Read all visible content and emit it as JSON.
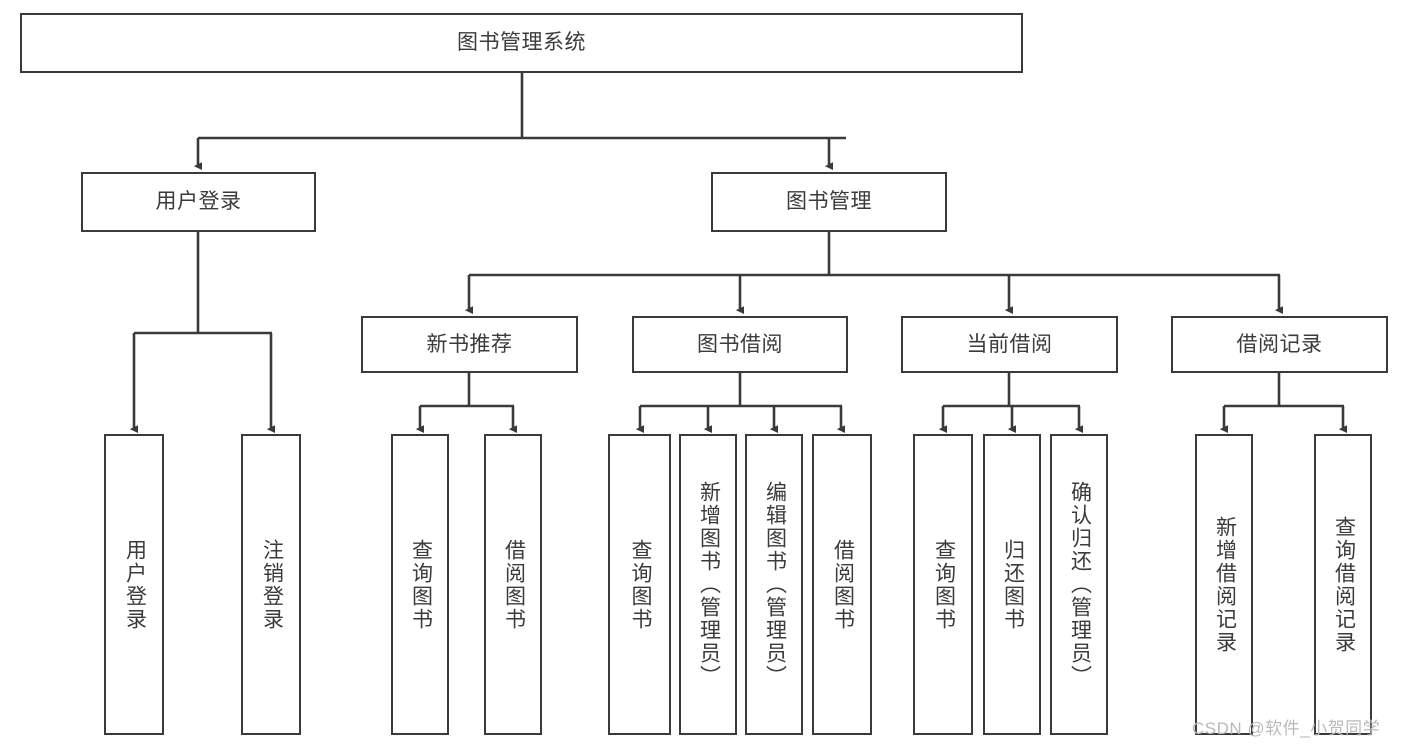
{
  "diagram": {
    "title": "图书管理系统",
    "type": "tree-hierarchy",
    "root": {
      "id": "root",
      "label": "图书管理系统"
    },
    "level2": [
      {
        "id": "user-login",
        "label": "用户登录"
      },
      {
        "id": "book-manage",
        "label": "图书管理"
      }
    ],
    "level3": [
      {
        "id": "new-book-recommend",
        "label": "新书推荐",
        "parent": "book-manage"
      },
      {
        "id": "book-borrow",
        "label": "图书借阅",
        "parent": "book-manage"
      },
      {
        "id": "current-borrow",
        "label": "当前借阅",
        "parent": "book-manage"
      },
      {
        "id": "borrow-record",
        "label": "借阅记录",
        "parent": "book-manage"
      }
    ],
    "leaves": [
      {
        "id": "leaf-user-login",
        "label": "用户登录",
        "parent": "user-login"
      },
      {
        "id": "leaf-logout-login",
        "label": "注销登录",
        "parent": "user-login"
      },
      {
        "id": "leaf-query-book-1",
        "label": "查询图书",
        "parent": "new-book-recommend"
      },
      {
        "id": "leaf-borrow-book-1",
        "label": "借阅图书",
        "parent": "new-book-recommend"
      },
      {
        "id": "leaf-query-book-2",
        "label": "查询图书",
        "parent": "book-borrow"
      },
      {
        "id": "leaf-add-book",
        "label": "新增图书（管理员）",
        "parent": "book-borrow"
      },
      {
        "id": "leaf-edit-book",
        "label": "编辑图书（管理员）",
        "parent": "book-borrow"
      },
      {
        "id": "leaf-borrow-book-2",
        "label": "借阅图书",
        "parent": "book-borrow"
      },
      {
        "id": "leaf-query-book-3",
        "label": "查询图书",
        "parent": "current-borrow"
      },
      {
        "id": "leaf-return-book",
        "label": "归还图书",
        "parent": "current-borrow"
      },
      {
        "id": "leaf-confirm-return",
        "label": "确认归还（管理员）",
        "parent": "current-borrow"
      },
      {
        "id": "leaf-add-record",
        "label": "新增借阅记录",
        "parent": "borrow-record"
      },
      {
        "id": "leaf-query-record",
        "label": "查询借阅记录",
        "parent": "borrow-record"
      }
    ],
    "watermark": "CSDN @软件_小贺同学",
    "colors": {
      "border": "#3a3a3a",
      "text": "#3b3b3b",
      "background": "#ffffff",
      "connector": "#3a3a3a",
      "watermark": "#b9b9b9"
    }
  }
}
